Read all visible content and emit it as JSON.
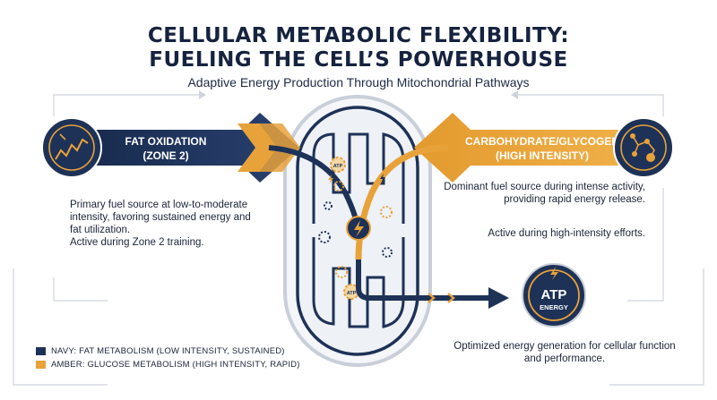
{
  "title": {
    "line1": "CELLULAR METABOLIC FLEXIBILITY:",
    "line2": "FUELING THE CELL’S POWERHOUSE",
    "subtitle": "Adaptive Energy Production Through Mitochondrial Pathways"
  },
  "fat": {
    "banner_line1": "FAT OXIDATION",
    "banner_line2": "(ZONE 2)",
    "description": "Primary fuel source at low-to-moderate intensity, favoring sustained energy and fat utilization.",
    "active": "Active during Zone 2 training.",
    "icon": "fat-chain-icon"
  },
  "carb": {
    "banner_line1": "CARBOHYDRATE/GLYCOGEN",
    "banner_line2": "(HIGH INTENSITY)",
    "description": "Dominant fuel source during intense activity, providing rapid energy release.",
    "active": "Active during high-intensity efforts.",
    "icon": "glycogen-molecule-icon"
  },
  "atp": {
    "label1": "ATP",
    "label2": "ENERGY",
    "description": "Optimized energy generation for cellular function and performance.",
    "gear_label": "ATP"
  },
  "legend": {
    "navy": "NAVY: FAT METABOLISM (LOW INTENSITY, SUSTAINED)",
    "amber": "AMBER: GLUCOSE METABOLISM (HIGH INTENSITY, RAPID)"
  },
  "colors": {
    "navy": "#1e3257",
    "amber": "#e8a23a",
    "text": "#16233f"
  }
}
